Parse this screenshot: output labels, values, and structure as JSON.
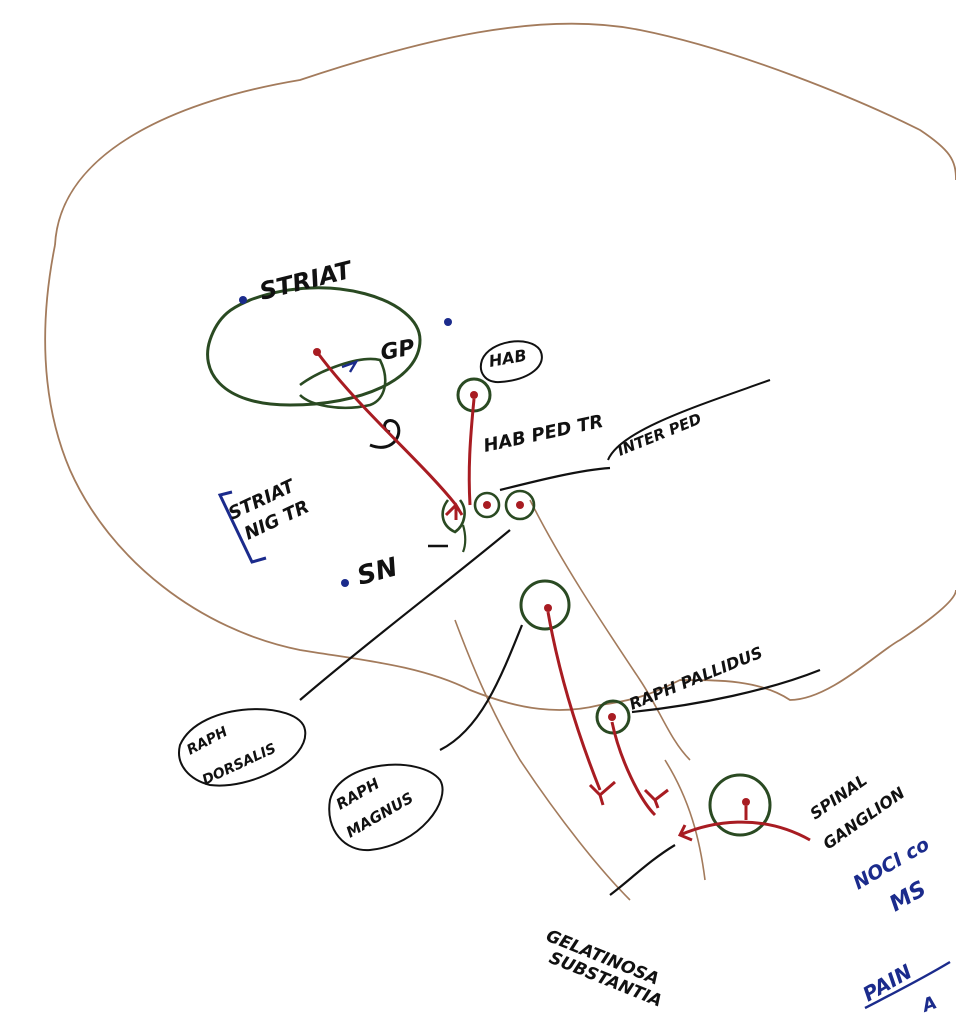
{
  "labels": {
    "striat": "STRIAT",
    "gp": "GP",
    "hab": "HAB",
    "hab_ped_tr": "HAB PED TR",
    "inter_ped": "INTER PED",
    "striat_nig_tr_1": "STRIAT",
    "striat_nig_tr_2": "NIG TR",
    "sn": "SN",
    "raph_dorsalis_1": "RAPH",
    "raph_dorsalis_2": "DORSALIS",
    "raph_magnus_1": "RAPH",
    "raph_magnus_2": "MAGNUS",
    "raph_pallidus": "RAPH PALLIDUS",
    "spinal_ganglion_1": "SPINAL",
    "spinal_ganglion_2": "GANGLION",
    "noci": "NOCI co",
    "ms": "MS",
    "gelatinosa": "GELATINOSA",
    "substantia": "SUBSTANTIA",
    "pain": "PAIN",
    "bottom_fragment": "A"
  },
  "colors": {
    "outline": "#a37b5c",
    "green": "#2a4a22",
    "red": "#a81c22",
    "blue": "#1b2b8c",
    "ink": "#111111"
  }
}
